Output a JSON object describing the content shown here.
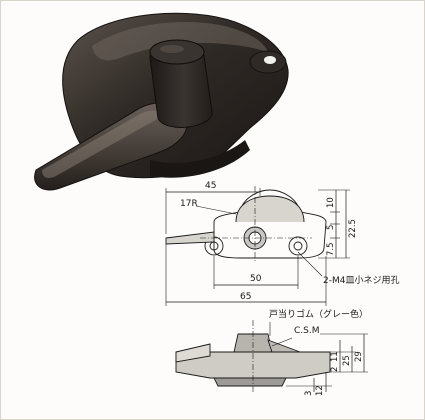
{
  "photo": {
    "caption": ""
  },
  "plan_view": {
    "dims": {
      "overall_top": "45",
      "radius": "17R",
      "hole_pitch": "50",
      "overall_width": "65",
      "v_7_5": "7.5",
      "v_5": "5",
      "v_10": "10",
      "v_22_5": "22.5"
    },
    "screw_note": "2-M4皿小ネジ用孔"
  },
  "side_view": {
    "rubber_note": "戸当りゴム（グレー色）",
    "csm_note": "C.S.M",
    "dims": {
      "h11": "11",
      "h2": "2",
      "h25": "25",
      "h29": "29",
      "h12": "12",
      "h3": "3"
    }
  },
  "colors": {
    "bronze_dark": "#2b2622",
    "bronze_mid": "#4a423c",
    "line": "#1a1a1a",
    "shade": "#c9c7c2"
  }
}
